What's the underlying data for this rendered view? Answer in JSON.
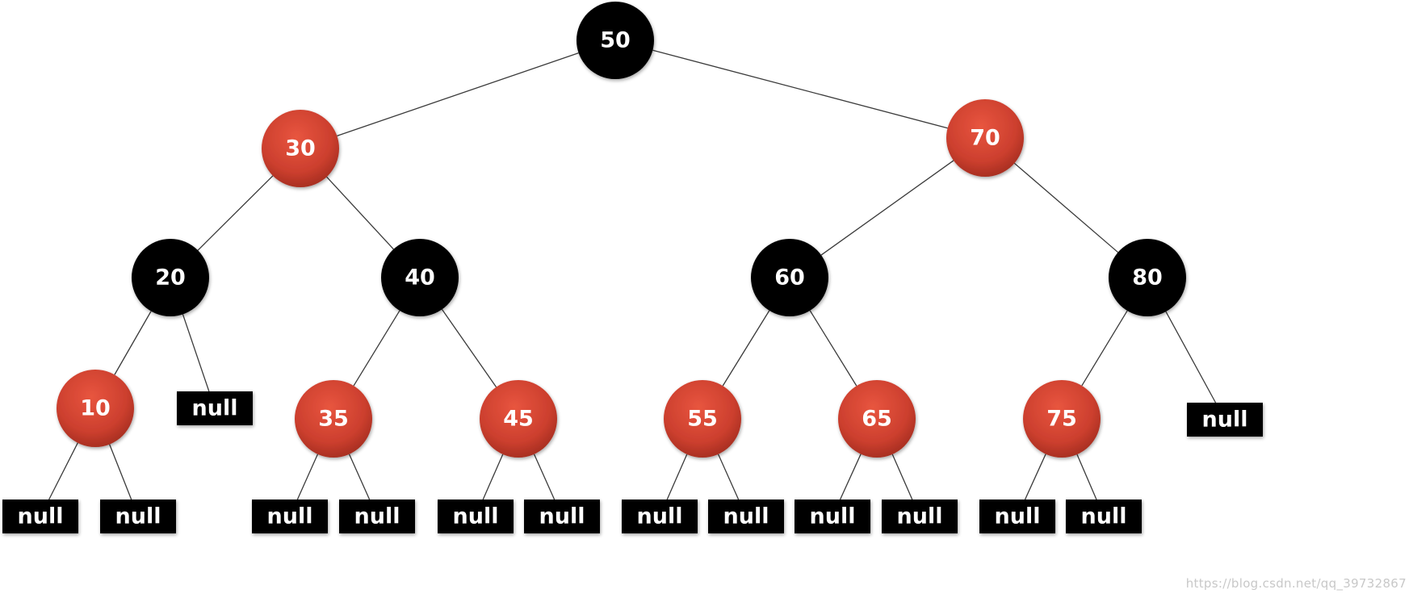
{
  "tree": {
    "colors": {
      "red": "#c0392b",
      "black": "#000000",
      "text": "#ffffff"
    },
    "nodes": [
      {
        "id": "n50",
        "label": "50",
        "color": "black"
      },
      {
        "id": "n30",
        "label": "30",
        "color": "red"
      },
      {
        "id": "n70",
        "label": "70",
        "color": "red"
      },
      {
        "id": "n20",
        "label": "20",
        "color": "black"
      },
      {
        "id": "n40",
        "label": "40",
        "color": "black"
      },
      {
        "id": "n60",
        "label": "60",
        "color": "black"
      },
      {
        "id": "n80",
        "label": "80",
        "color": "black"
      },
      {
        "id": "n10",
        "label": "10",
        "color": "red"
      },
      {
        "id": "n35",
        "label": "35",
        "color": "red"
      },
      {
        "id": "n45",
        "label": "45",
        "color": "red"
      },
      {
        "id": "n55",
        "label": "55",
        "color": "red"
      },
      {
        "id": "n65",
        "label": "65",
        "color": "red"
      },
      {
        "id": "n75",
        "label": "75",
        "color": "red"
      }
    ],
    "null_leaves": [
      {
        "id": "null-10-left",
        "label": "null"
      },
      {
        "id": "null-10-right",
        "label": "null"
      },
      {
        "id": "null-20-right",
        "label": "null"
      },
      {
        "id": "null-35-left",
        "label": "null"
      },
      {
        "id": "null-35-right",
        "label": "null"
      },
      {
        "id": "null-45-left",
        "label": "null"
      },
      {
        "id": "null-45-right",
        "label": "null"
      },
      {
        "id": "null-55-left",
        "label": "null"
      },
      {
        "id": "null-55-right",
        "label": "null"
      },
      {
        "id": "null-65-left",
        "label": "null"
      },
      {
        "id": "null-65-right",
        "label": "null"
      },
      {
        "id": "null-75-left",
        "label": "null"
      },
      {
        "id": "null-75-right",
        "label": "null"
      },
      {
        "id": "null-80-right",
        "label": "null"
      }
    ],
    "edges": [
      [
        "n50",
        "n30"
      ],
      [
        "n50",
        "n70"
      ],
      [
        "n30",
        "n20"
      ],
      [
        "n30",
        "n40"
      ],
      [
        "n70",
        "n60"
      ],
      [
        "n70",
        "n80"
      ],
      [
        "n20",
        "n10"
      ],
      [
        "n20",
        "null-20-right"
      ],
      [
        "n40",
        "n35"
      ],
      [
        "n40",
        "n45"
      ],
      [
        "n60",
        "n55"
      ],
      [
        "n60",
        "n65"
      ],
      [
        "n80",
        "n75"
      ],
      [
        "n80",
        "null-80-right"
      ],
      [
        "n10",
        "null-10-left"
      ],
      [
        "n10",
        "null-10-right"
      ],
      [
        "n35",
        "null-35-left"
      ],
      [
        "n35",
        "null-35-right"
      ],
      [
        "n45",
        "null-45-left"
      ],
      [
        "n45",
        "null-45-right"
      ],
      [
        "n55",
        "null-55-left"
      ],
      [
        "n55",
        "null-55-right"
      ],
      [
        "n65",
        "null-65-left"
      ],
      [
        "n65",
        "null-65-right"
      ],
      [
        "n75",
        "null-75-left"
      ],
      [
        "n75",
        "null-75-right"
      ]
    ]
  },
  "watermark": "https://blog.csdn.net/qq_39732867"
}
